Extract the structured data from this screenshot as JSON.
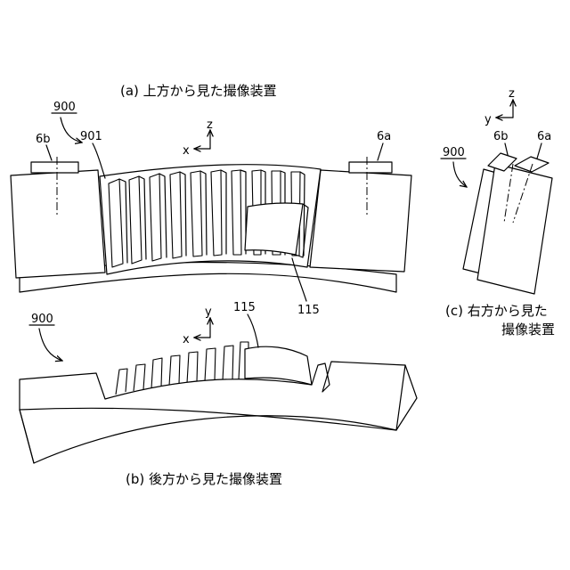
{
  "captions": {
    "top": "(a) 上方から見た撮像装置",
    "back": "(b) 後方から見た撮像装置",
    "right_line1": "(c) 右方から見た",
    "right_line2": "撮像装置"
  },
  "labels": {
    "ref_a": "900",
    "ref_b": "900",
    "ref_c": "900",
    "n901": "901",
    "n6b_a": "6b",
    "n6a_a": "6a",
    "n6b_c": "6b",
    "n6a_c": "6a",
    "n115_a": "115",
    "n115_b": "115"
  },
  "axes": {
    "a": {
      "h": "x",
      "v": "z"
    },
    "b": {
      "h": "x",
      "v": "y"
    },
    "c": {
      "h": "y",
      "v": "z"
    }
  }
}
